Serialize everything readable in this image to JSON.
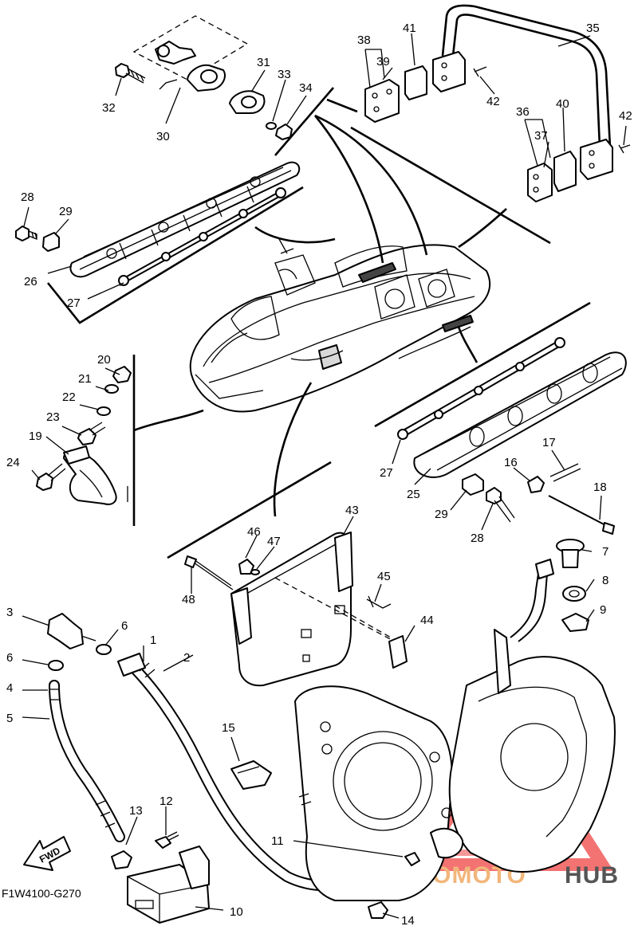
{
  "diagram": {
    "code": "F1W4100-G270",
    "fwd_label": "FWD",
    "watermark": {
      "part1": "AUTOMOTO",
      "part2": "HUB",
      "color1": "#f2b67a",
      "color2": "#555555",
      "triangle_color": "#ef4444"
    },
    "callouts": [
      "1",
      "2",
      "3",
      "4",
      "5",
      "6",
      "6",
      "7",
      "8",
      "9",
      "10",
      "11",
      "12",
      "13",
      "14",
      "15",
      "16",
      "17",
      "18",
      "19",
      "20",
      "21",
      "22",
      "23",
      "24",
      "25",
      "26",
      "27",
      "27",
      "28",
      "28",
      "29",
      "29",
      "30",
      "31",
      "32",
      "33",
      "34",
      "35",
      "36",
      "37",
      "38",
      "39",
      "40",
      "41",
      "42",
      "42",
      "43",
      "44",
      "45",
      "46",
      "47",
      "48"
    ]
  }
}
